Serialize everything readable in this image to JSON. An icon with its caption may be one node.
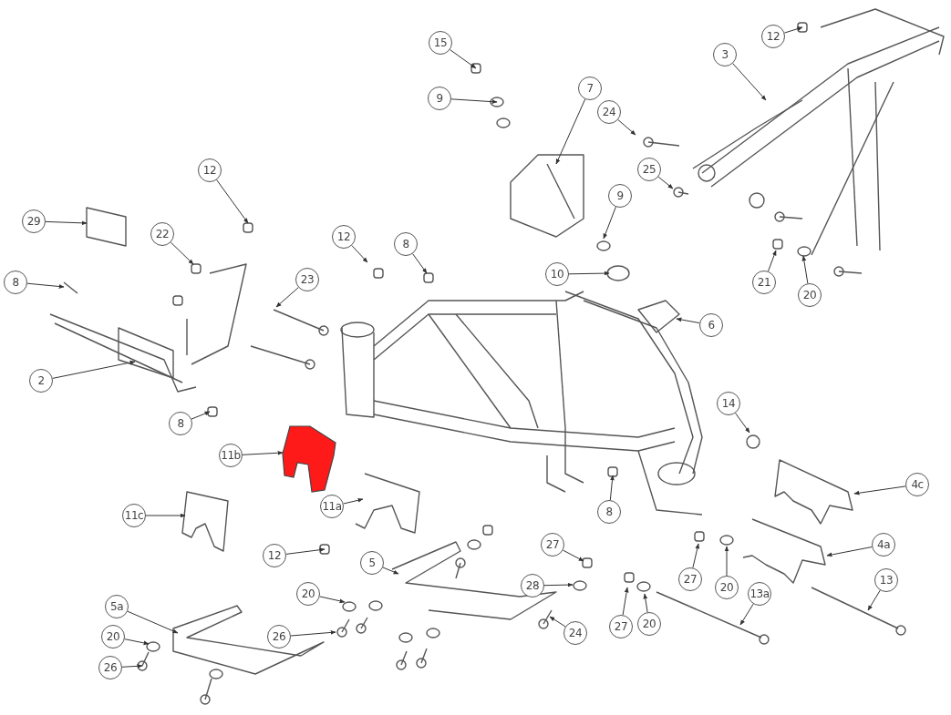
{
  "diagram": {
    "nodes": [
      {
        "text": [
          "15"
        ]
      },
      {
        "text": [
          "9"
        ]
      },
      {
        "text": [
          "7"
        ]
      },
      {
        "text": [
          "12"
        ]
      },
      {
        "text": [
          "3"
        ]
      },
      {
        "text": [
          "24"
        ]
      },
      {
        "text": [
          "25"
        ]
      },
      {
        "text": [
          "9"
        ]
      },
      {
        "text": [
          "29"
        ]
      },
      {
        "text": [
          "12"
        ]
      },
      {
        "text": [
          "22"
        ]
      },
      {
        "text": [
          "12"
        ]
      },
      {
        "text": [
          "8"
        ]
      },
      {
        "text": [
          "8"
        ]
      },
      {
        "text": [
          "23"
        ]
      },
      {
        "text": [
          "10"
        ]
      },
      {
        "text": [
          "21"
        ]
      },
      {
        "text": [
          "20"
        ]
      },
      {
        "text": [
          "6"
        ]
      },
      {
        "text": [
          "2"
        ]
      },
      {
        "text": [
          "8"
        ]
      },
      {
        "text": [
          "14"
        ]
      },
      {
        "text": [
          "11b"
        ]
      },
      {
        "text": [
          "11a"
        ]
      },
      {
        "text": [
          "11c"
        ]
      },
      {
        "text": [
          "4c"
        ]
      },
      {
        "text": [
          "8"
        ]
      },
      {
        "text": [
          "4a"
        ]
      },
      {
        "text": [
          "27"
        ]
      },
      {
        "text": [
          "12"
        ]
      },
      {
        "text": [
          "5"
        ]
      },
      {
        "text": [
          "28"
        ]
      },
      {
        "text": [
          "27"
        ]
      },
      {
        "text": [
          "20"
        ]
      },
      {
        "text": [
          "13"
        ]
      },
      {
        "text": [
          "13a"
        ]
      },
      {
        "text": [
          "20"
        ]
      },
      {
        "text": [
          "5a"
        ]
      },
      {
        "text": [
          "26"
        ]
      },
      {
        "text": [
          "20"
        ]
      },
      {
        "text": [
          "26"
        ]
      },
      {
        "text": [
          "24"
        ]
      },
      {
        "text": [
          "27"
        ]
      },
      {
        "text": [
          "20"
        ]
      },
      {
        "text": [],
        "shape": "picture"
      }
    ],
    "edges": [
      {
        "from": 0,
        "to": null,
        "arrow": "to"
      },
      {
        "from": 1,
        "to": null,
        "arrow": "to"
      },
      {
        "from": 2,
        "to": null,
        "arrow": "to"
      },
      {
        "from": 3,
        "to": null,
        "arrow": "to"
      },
      {
        "from": 4,
        "to": null,
        "arrow": "to"
      },
      {
        "from": 5,
        "to": null,
        "arrow": "to"
      },
      {
        "from": 6,
        "to": null,
        "arrow": "to"
      },
      {
        "from": 7,
        "to": null,
        "arrow": "to"
      },
      {
        "from": 8,
        "to": null,
        "arrow": "to"
      },
      {
        "from": 9,
        "to": null,
        "arrow": "to"
      },
      {
        "from": 10,
        "to": null,
        "arrow": "to"
      },
      {
        "from": 11,
        "to": null,
        "arrow": "to"
      },
      {
        "from": 12,
        "to": null,
        "arrow": "to"
      },
      {
        "from": 13,
        "to": null,
        "arrow": "to"
      },
      {
        "from": 14,
        "to": null,
        "arrow": "to"
      },
      {
        "from": 15,
        "to": null,
        "arrow": "to"
      },
      {
        "from": 16,
        "to": null,
        "arrow": "to"
      },
      {
        "from": 17,
        "to": null,
        "arrow": "to"
      },
      {
        "from": 18,
        "to": null,
        "arrow": "to"
      },
      {
        "from": 19,
        "to": null,
        "arrow": "to"
      },
      {
        "from": 20,
        "to": null,
        "arrow": "to"
      },
      {
        "from": 21,
        "to": null,
        "arrow": "to"
      },
      {
        "from": 22,
        "to": 44,
        "arrow": "to"
      },
      {
        "from": 23,
        "to": null,
        "arrow": "to"
      },
      {
        "from": 24,
        "to": null,
        "arrow": "to"
      },
      {
        "from": 25,
        "to": null,
        "arrow": "to"
      },
      {
        "from": 26,
        "to": null,
        "arrow": "to"
      },
      {
        "from": 27,
        "to": null,
        "arrow": "to"
      },
      {
        "from": 28,
        "to": null,
        "arrow": "to"
      },
      {
        "from": 29,
        "to": null,
        "arrow": "to"
      },
      {
        "from": 30,
        "to": null,
        "arrow": "to"
      },
      {
        "from": 31,
        "to": null,
        "arrow": "to"
      },
      {
        "from": 32,
        "to": null,
        "arrow": "to"
      },
      {
        "from": 33,
        "to": null,
        "arrow": "to"
      },
      {
        "from": 34,
        "to": null,
        "arrow": "to"
      },
      {
        "from": 35,
        "to": null,
        "arrow": "to"
      },
      {
        "from": 36,
        "to": null,
        "arrow": "to"
      },
      {
        "from": 37,
        "to": null,
        "arrow": "to"
      },
      {
        "from": 38,
        "to": null,
        "arrow": "to"
      },
      {
        "from": 39,
        "to": null,
        "arrow": "to"
      },
      {
        "from": 40,
        "to": null,
        "arrow": "to"
      },
      {
        "from": 41,
        "to": null,
        "arrow": "to"
      },
      {
        "from": 42,
        "to": null,
        "arrow": "to"
      },
      {
        "from": 43,
        "to": null,
        "arrow": "to"
      }
    ]
  }
}
